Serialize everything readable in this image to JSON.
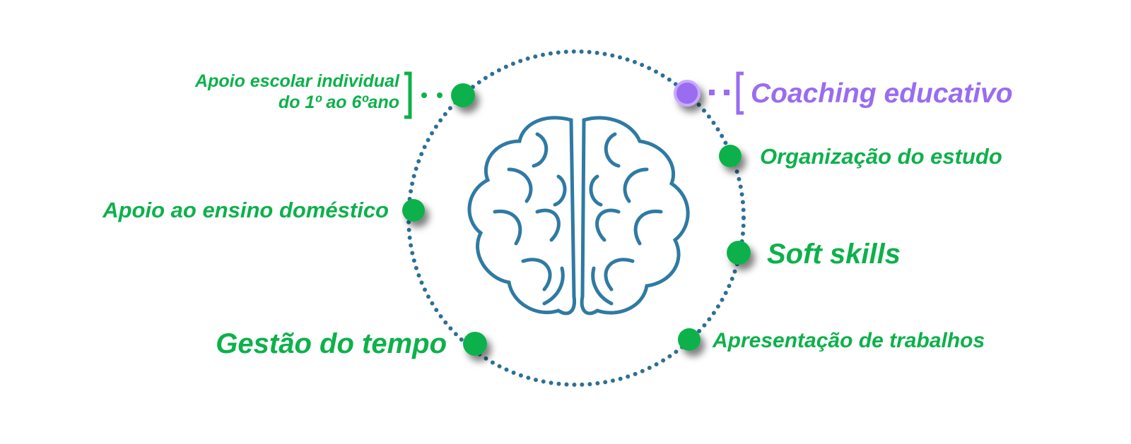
{
  "colors": {
    "green": "#0db14b",
    "purple": "#9a6cf0",
    "ring": "#2d6f97",
    "brain": "#2f7aa3"
  },
  "center_icon": "brain-icon",
  "items": [
    {
      "label_line1": "Apoio escolar individual",
      "label_line2": "do 1º ao 6ºano"
    },
    {
      "label": "Coaching educativo"
    },
    {
      "label": "Organização do estudo"
    },
    {
      "label": "Apoio ao ensino doméstico"
    },
    {
      "label": "Soft skills"
    },
    {
      "label": "Gestão do tempo"
    },
    {
      "label": "Apresentação de trabalhos"
    }
  ]
}
